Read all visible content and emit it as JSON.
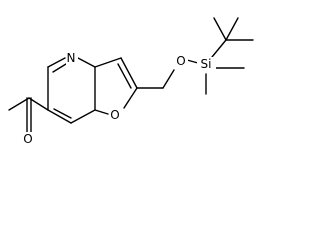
{
  "molecule": {
    "atoms": {
      "n": "N",
      "o_furan": "O",
      "o_ether": "O",
      "si": "Si",
      "o_ketone": "O"
    }
  }
}
